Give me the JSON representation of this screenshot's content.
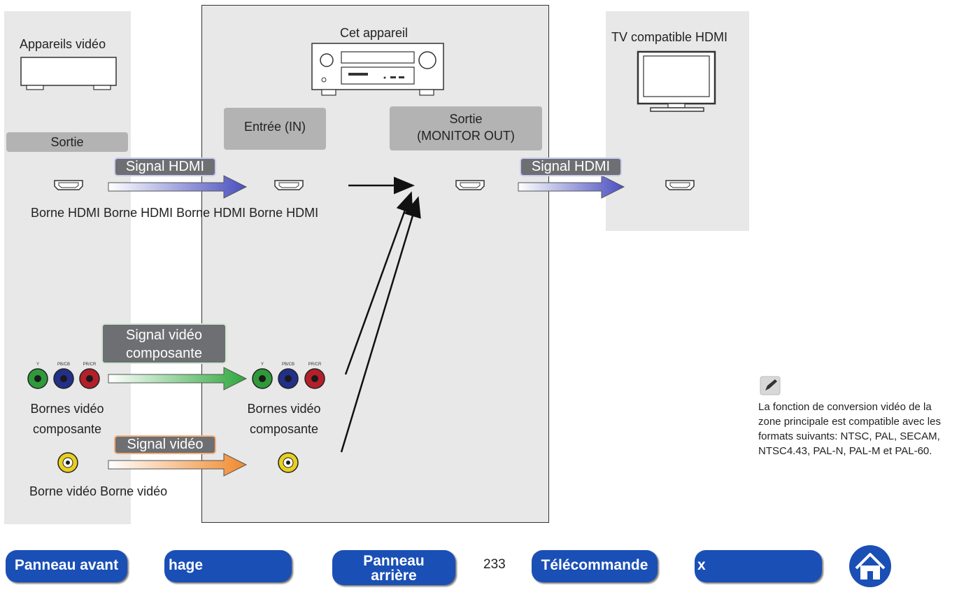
{
  "left_panel": {
    "title": "Appareils vidéo",
    "output_label": "Sortie",
    "hdmi_terminal": "Borne HDMI",
    "component_terminal_line1": "Bornes vidéo",
    "component_terminal_line2": "composante",
    "video_terminal": "Borne vidéo"
  },
  "middle_panel": {
    "title": "Cet appareil",
    "input_label": "Entrée (IN)",
    "output_label_line1": "Sortie",
    "output_label_line2": "(MONITOR OUT)",
    "hdmi_terminal_1": "Borne HDMI",
    "hdmi_terminal_2": "Borne HDMI",
    "component_terminal_line1": "Bornes vidéo",
    "component_terminal_line2": "composante",
    "video_terminal": "Borne vidéo",
    "component_jack_labels": [
      "Y",
      "PB/CB",
      "PR/CR"
    ]
  },
  "right_panel": {
    "title": "TV compatible HDMI",
    "hdmi_terminal": "Borne HDMI"
  },
  "signals": {
    "hdmi_1": "Signal HDMI",
    "hdmi_2": "Signal HDMI",
    "component_line1": "Signal vidéo",
    "component_line2": "composante",
    "video": "Signal vidéo"
  },
  "note": {
    "icon": "pencil-icon",
    "line1": "La fonction de conversion vidéo de la",
    "line2": "zone principale est compatible avec les",
    "line3": "formats suivants: NTSC, PAL, SECAM,",
    "line4": "NTSC4.43, PAL-N, PAL-M et PAL-60."
  },
  "footer": {
    "btn_front": "Panneau avant",
    "btn_display": "hage",
    "btn_rear_line1": "Panneau",
    "btn_rear_line2": "arrière",
    "page_number": "233",
    "btn_remote": "Télécommande",
    "btn_index": "x",
    "home_icon": "home-icon"
  },
  "colors": {
    "panel_bg": "#e8e8e8",
    "hdmi_arrow": "#5b5fc7",
    "component_arrow": "#3fb24a",
    "video_arrow": "#f0903a",
    "nav_button": "#1a4fb5"
  }
}
